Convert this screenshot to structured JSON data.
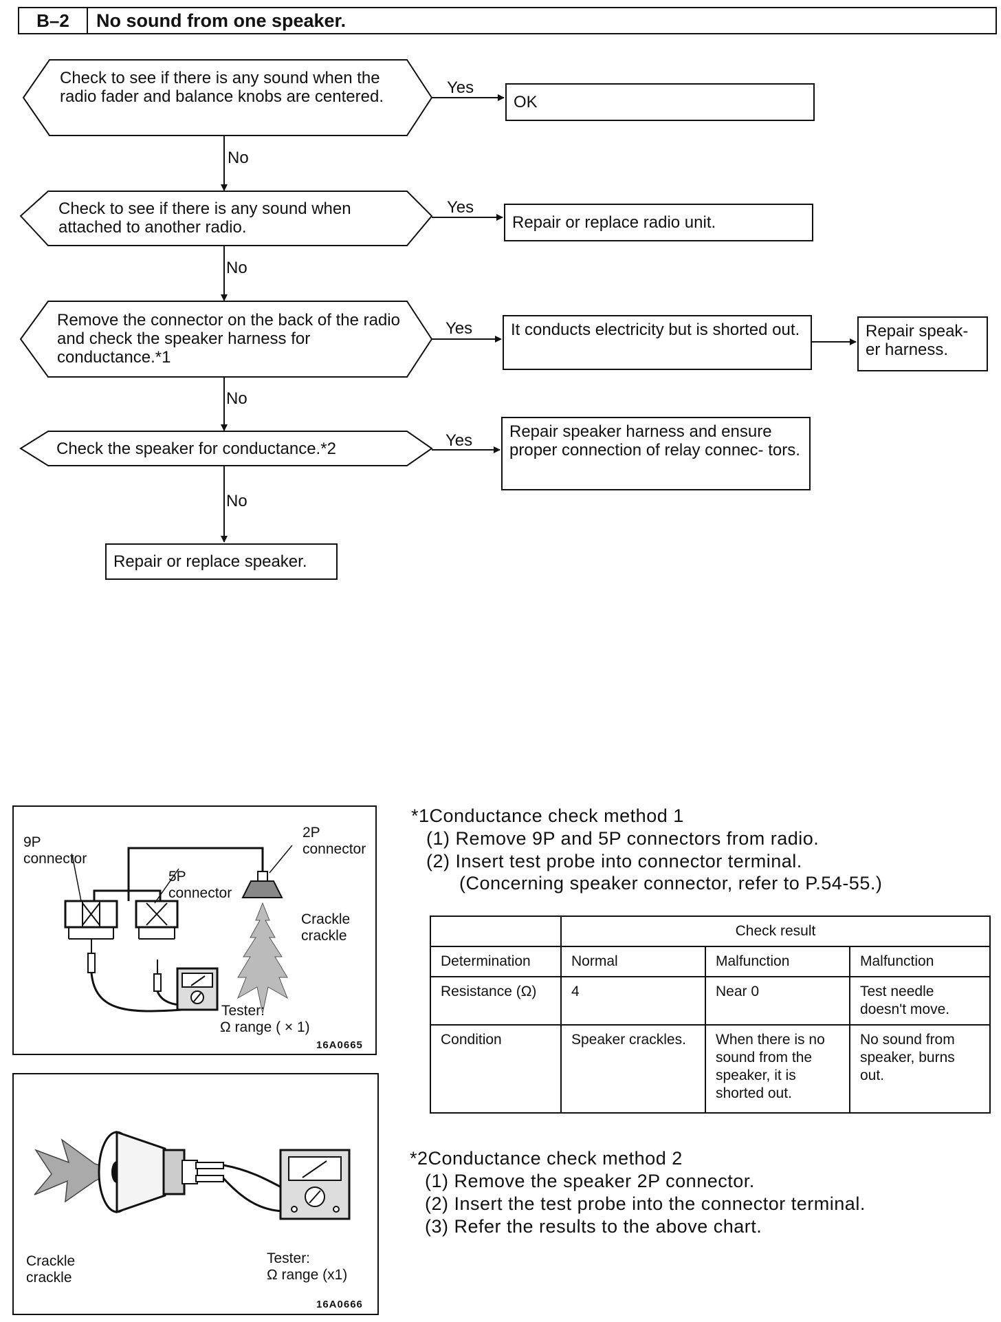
{
  "header": {
    "code": "B–2",
    "title": "No sound from one speaker."
  },
  "flow": {
    "decisions": [
      "Check to see if there is any sound when the radio fader and balance knobs are centered.",
      "Check to see if there is any sound when attached to another radio.",
      "Remove the connector on the back of the radio and check the speaker harness for conductance.*1",
      "Check the speaker for conductance.*2"
    ],
    "yes_label": "Yes",
    "no_label": "No",
    "outcomes": {
      "ok": "OK",
      "repair_radio": "Repair or replace radio unit.",
      "shorted": "It conducts electricity but is shorted out.",
      "repair_harness": "Repair speak- er harness.",
      "repair_harness_relay": "Repair speaker harness and ensure proper connection of relay connec- tors.",
      "repair_speaker": "Repair or replace speaker."
    }
  },
  "method1": {
    "title": "*1Conductance check method 1",
    "steps": [
      "(1) Remove 9P and 5P connectors from radio.",
      "(2) Insert test probe into connector terminal.",
      "(Concerning speaker connector, refer to P.54-55.)"
    ]
  },
  "table": {
    "group_header": "Check result",
    "rows": [
      [
        "Determination",
        "Normal",
        "Malfunction",
        "Malfunction"
      ],
      [
        "Resistance (Ω)",
        "4",
        "Near 0",
        "Test needle doesn't move."
      ],
      [
        "Condition",
        "Speaker crackles.",
        "When there is no sound from the speaker, it is shorted out.",
        "No sound from speaker, burns out."
      ]
    ]
  },
  "method2": {
    "title": "*2Conductance check method 2",
    "steps": [
      "(1) Remove the speaker 2P connector.",
      "(2) Insert the test probe into the connector terminal.",
      "(3) Refer the results to the above chart."
    ]
  },
  "figure1": {
    "conn9p": "9P connector",
    "conn5p": "5P connector",
    "conn2p": "2P connector",
    "crackle": "Crackle crackle",
    "tester": "Tester:",
    "range": "Ω range ( × 1)",
    "id": "16A0665"
  },
  "figure2": {
    "crackle": "Crackle crackle",
    "tester": "Tester:",
    "range": "Ω range (x1)",
    "id": "16A0666"
  }
}
